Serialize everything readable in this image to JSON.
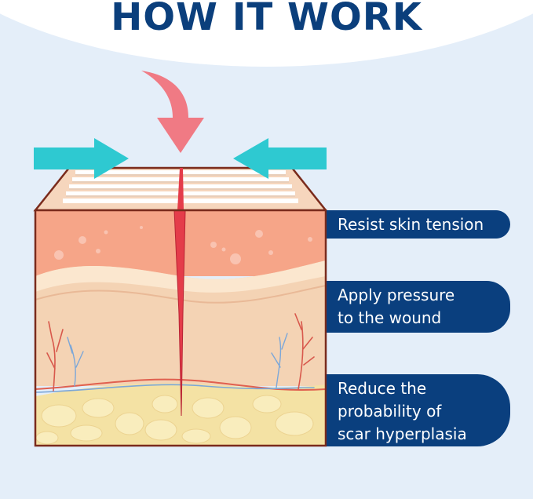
{
  "title": "HOW IT WORK",
  "labels": [
    {
      "lines": [
        "Resist skin tension"
      ]
    },
    {
      "lines": [
        "Apply pressure",
        "to the wound"
      ]
    },
    {
      "lines": [
        "Reduce the",
        "probability of",
        "scar hyperplasia"
      ]
    }
  ],
  "colors": {
    "background": "#e4eef9",
    "title": "#0b3f7c",
    "label_bg": "#0a3f7e",
    "teal_arrow": "#2ec9d1",
    "pink_arrow": "#f07a84",
    "cut": "#e43c4a"
  },
  "icons": [
    "press-down-arrow-icon",
    "push-right-arrow-icon",
    "push-left-arrow-icon"
  ]
}
